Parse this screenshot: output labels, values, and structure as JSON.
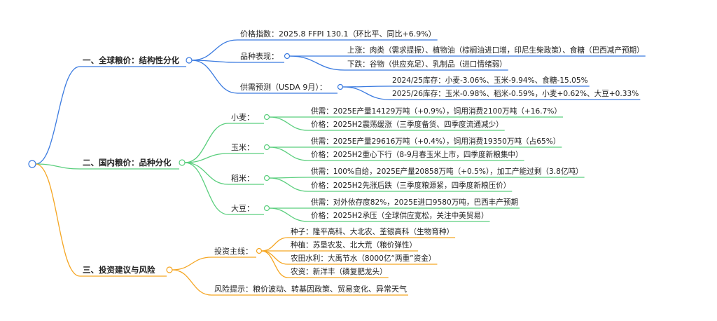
{
  "colors": {
    "branch1": "#3b7be0",
    "branch2": "#5bcf7e",
    "branch3": "#f5a623",
    "root": "#3b7be0"
  },
  "branches": [
    {
      "label": "一、全球粮价：结构性分化",
      "children": [
        {
          "label": "价格指数：2025.8 FFPI 130.1（环比平、同比+6.9%）",
          "children": []
        },
        {
          "label": "品种表现：",
          "children": [
            {
              "label": "上涨：肉类（需求提振）、植物油（棕榈油进口增，印尼生柴政策）、食糖（巴西减产预期）"
            },
            {
              "label": "下跌：谷物（供应充足）、乳制品（进口情绪弱）"
            }
          ]
        },
        {
          "label": "供需预测（USDA 9月）：",
          "children": [
            {
              "label": "2024/25库存：小麦-3.06%、玉米-9.94%、食糖-15.05%"
            },
            {
              "label": "2025/26库存：玉米-0.98%、稻米-0.59%，小麦+0.62%、大豆+0.33%"
            }
          ]
        }
      ]
    },
    {
      "label": "二、国内粮价：品种分化",
      "children": [
        {
          "label": "小麦：",
          "children": [
            {
              "label": "供需：2025E产量14129万吨（+0.9%），饲用消费2100万吨（+16.7%）"
            },
            {
              "label": "价格：2025H2震荡缓涨（三季度备货、四季度流通减少）"
            }
          ]
        },
        {
          "label": "玉米：",
          "children": [
            {
              "label": "供需：2025E产量29616万吨（+0.4%），饲用消费19350万吨（占65%）"
            },
            {
              "label": "价格：2025H2重心下行（8-9月春玉米上市，四季度新粮集中）"
            }
          ]
        },
        {
          "label": "稻米：",
          "children": [
            {
              "label": "供需：100%自给，2025E产量20858万吨（+0.5%），加工产能过剩（3.8亿吨）"
            },
            {
              "label": "价格：2025H2先涨后跌（三季度粮源紧，四季度新粮压价）"
            }
          ]
        },
        {
          "label": "大豆：",
          "children": [
            {
              "label": "供需：对外依存度82%，2025E进口9580万吨，巴西丰产预期"
            },
            {
              "label": "价格：2025H2承压（全球供应宽松，关注中美贸易）"
            }
          ]
        }
      ]
    },
    {
      "label": "三、投资建议与风险",
      "children": [
        {
          "label": "投资主线：",
          "children": [
            {
              "label": "种子：隆平高科、大北农、荃银高科（生物育种）"
            },
            {
              "label": "种植：苏垦农发、北大荒（粮价弹性）"
            },
            {
              "label": "农田水利：大禹节水（8000亿“两重”资金）"
            },
            {
              "label": "农资：新洋丰（磷复肥龙头）"
            }
          ]
        },
        {
          "label": "风险提示：粮价波动、转基因政策、贸易变化、异常天气",
          "children": []
        }
      ]
    }
  ]
}
